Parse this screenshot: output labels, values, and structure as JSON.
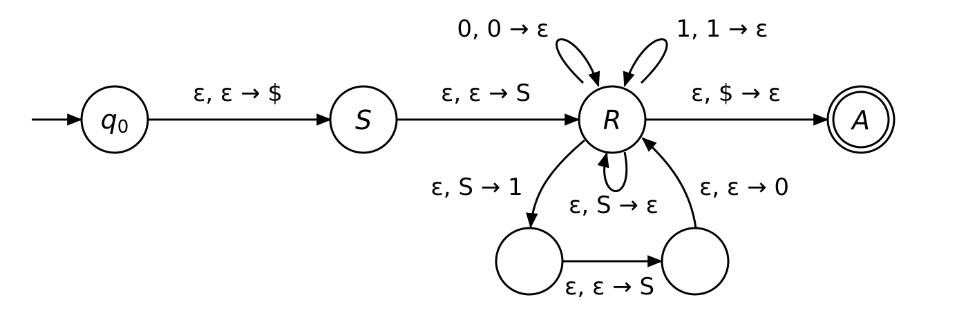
{
  "states": {
    "q0": {
      "name": "q",
      "sub": "0"
    },
    "S": "S",
    "R": "R",
    "A": "A",
    "bottom_left": "",
    "bottom_right": ""
  },
  "transitions": {
    "start_to_S": "ε, ε → $",
    "S_to_R": "ε, ε → S",
    "R_to_A": "ε, $ → ε",
    "R_loop_0": "0, 0 → ε",
    "R_loop_1": "1, 1 → ε",
    "R_loop_S": "ε, S → ε",
    "R_to_bottom_left": "ε, S → 1",
    "bottom_left_to_bottom_right": "ε, ε → S",
    "bottom_right_to_R": "ε, ε → 0"
  },
  "colors": {
    "stroke": "#000000",
    "background": "#ffffff"
  }
}
